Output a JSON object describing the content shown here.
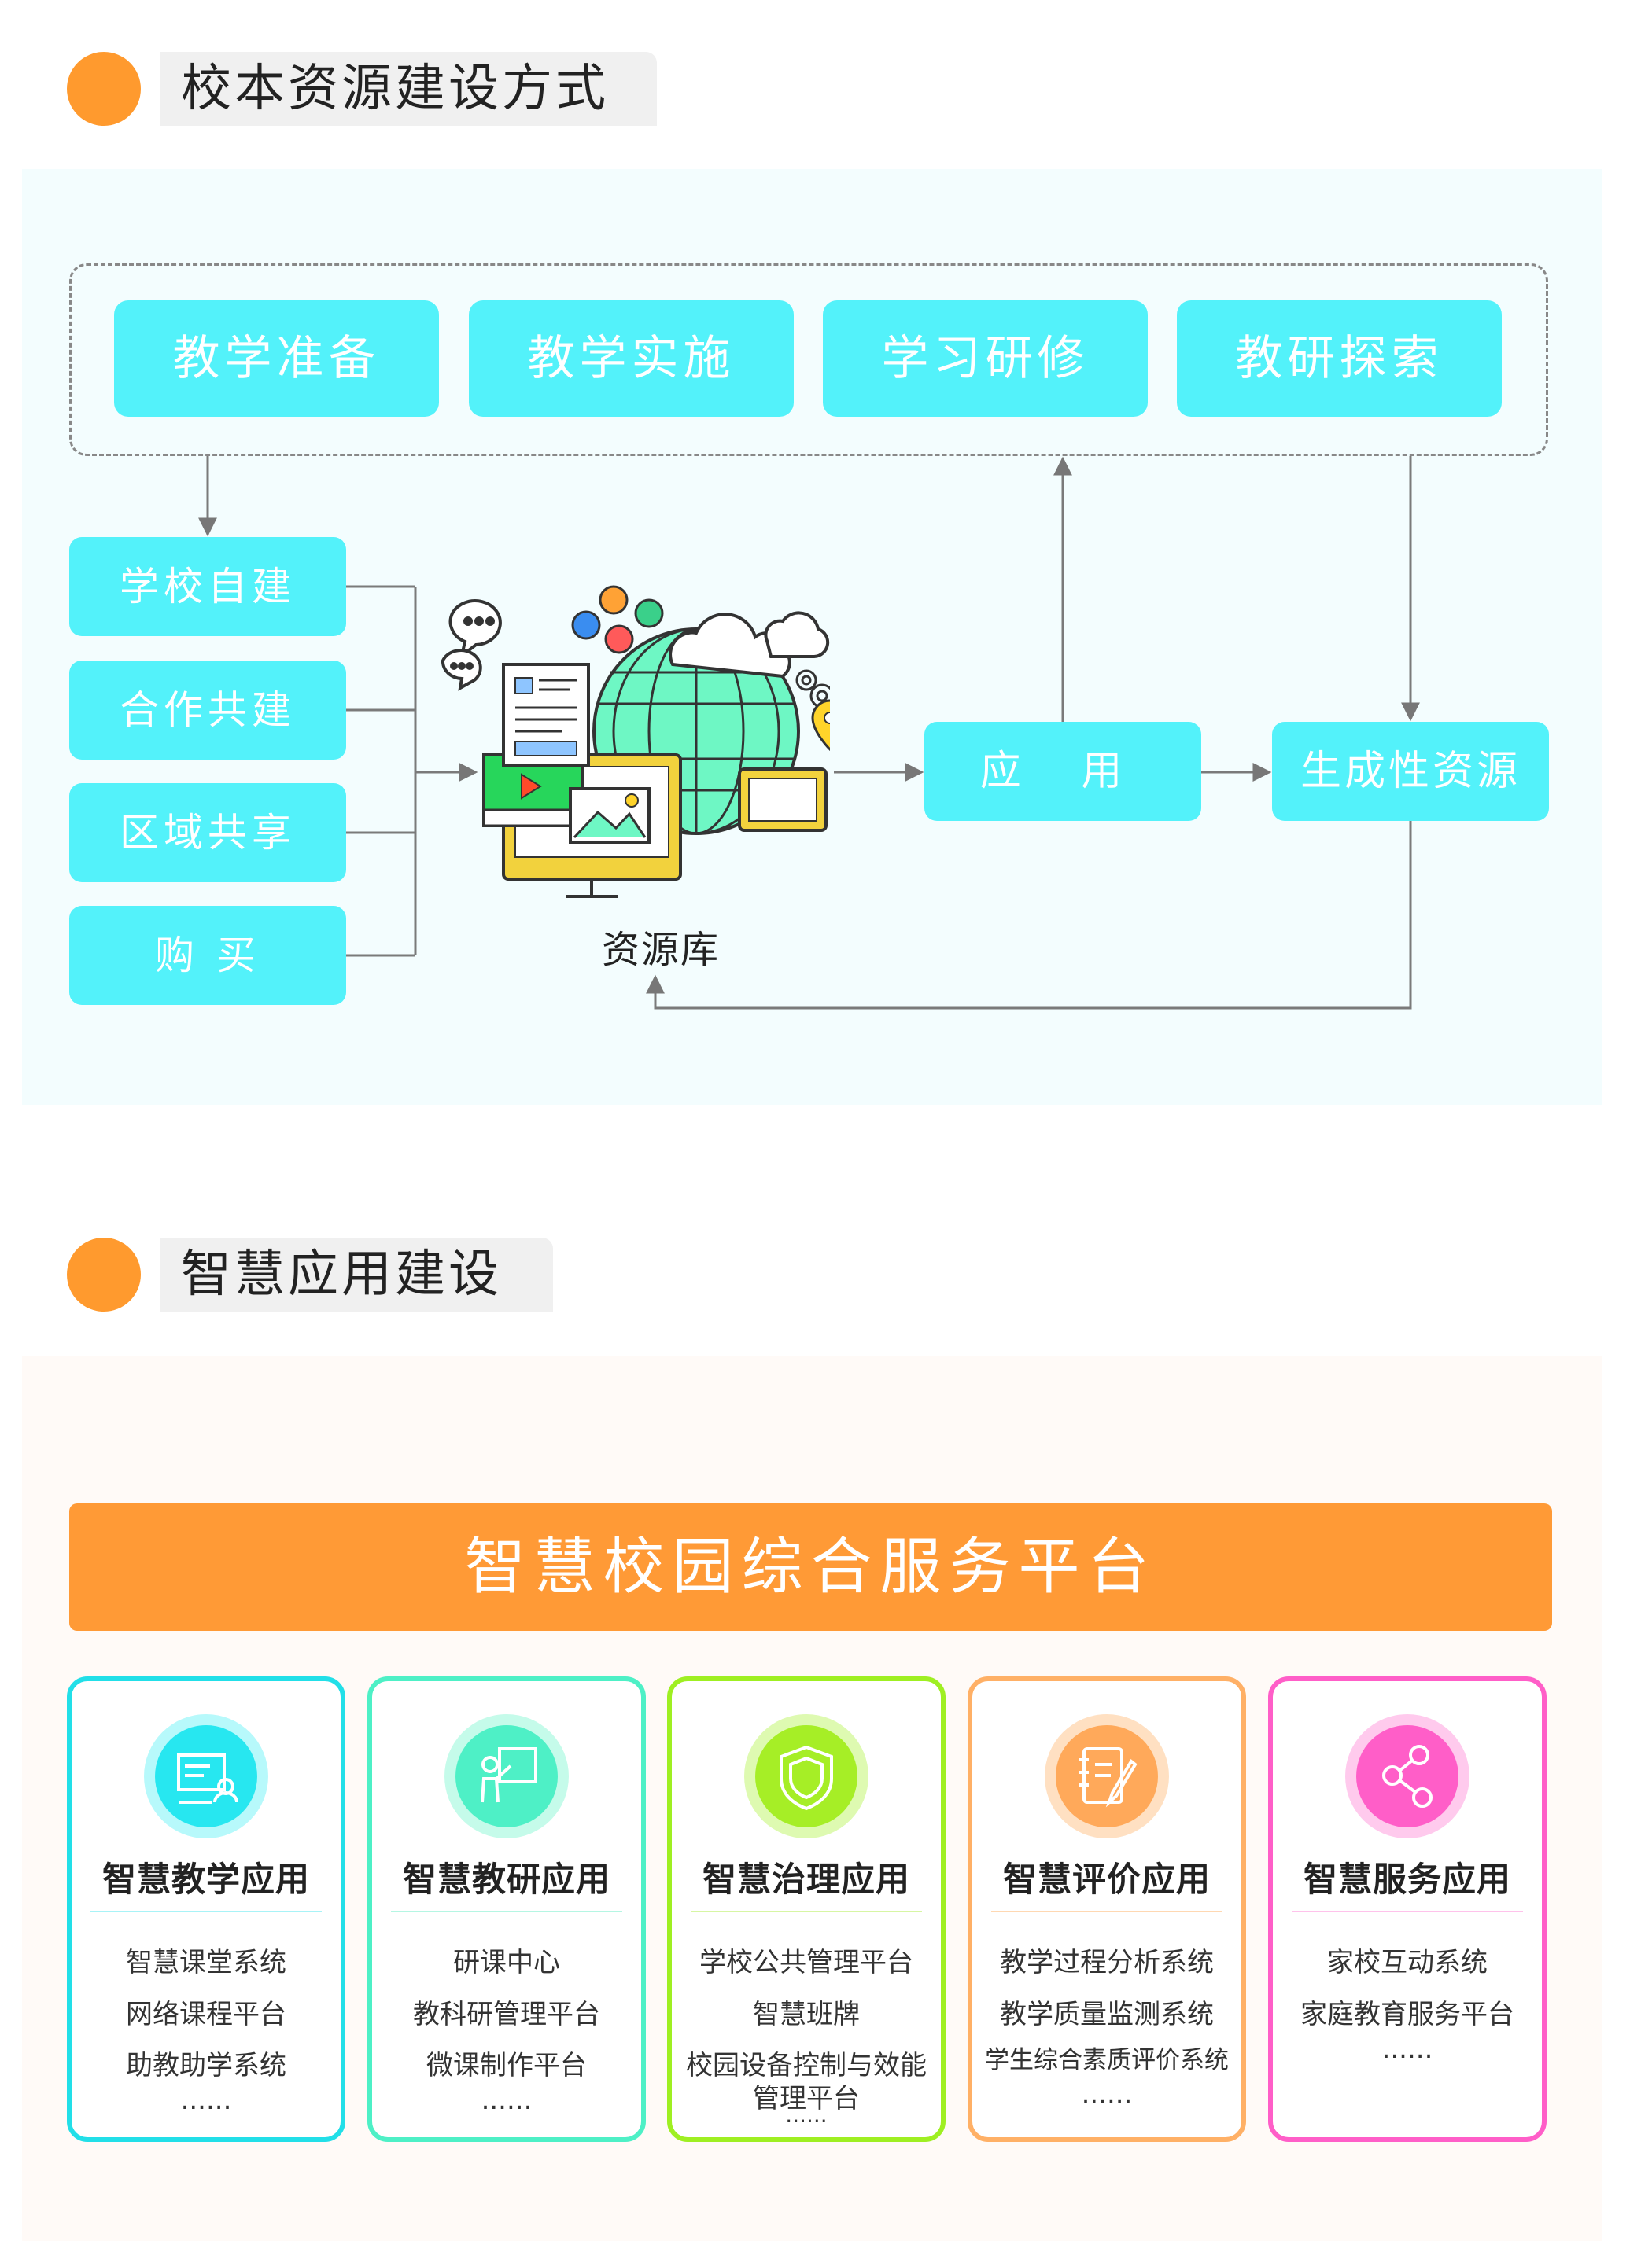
{
  "section1": {
    "title": "校本资源建设方式"
  },
  "top_boxes": [
    "教学准备",
    "教学实施",
    "学习研修",
    "教研探索"
  ],
  "source_boxes": [
    "学校自建",
    "合作共建",
    "区域共享",
    "购 买"
  ],
  "resource_library": "资源库",
  "apply_box": "应 用",
  "generated_box": "生成性资源",
  "section2": {
    "title": "智慧应用建设"
  },
  "platform_banner": "智慧校园综合服务平台",
  "cards": [
    {
      "title": "智慧教学应用",
      "items": [
        "智慧课堂系统",
        "网络课程平台",
        "助教助学系统"
      ],
      "ellipsis": "......"
    },
    {
      "title": "智慧教研应用",
      "items": [
        "研课中心",
        "教科研管理平台",
        "微课制作平台"
      ],
      "ellipsis": "......"
    },
    {
      "title": "智慧治理应用",
      "items": [
        "学校公共管理平台",
        "智慧班牌",
        "校园设备控制与效能",
        "管理平台"
      ],
      "ellipsis": "......"
    },
    {
      "title": "智慧评价应用",
      "items": [
        "教学过程分析系统",
        "教学质量监测系统",
        "学生综合素质评价系统"
      ],
      "ellipsis": "......"
    },
    {
      "title": "智慧服务应用",
      "items": [
        "家校互动系统",
        "家庭教育服务平台"
      ],
      "ellipsis": "......"
    }
  ],
  "colors": {
    "accent_orange": "#ff9a2e",
    "cyan_box": "#53f2fa",
    "card_borders": [
      "#22dfe8",
      "#4ef0c6",
      "#9fef22",
      "#ffb066",
      "#ff5ec8"
    ]
  }
}
